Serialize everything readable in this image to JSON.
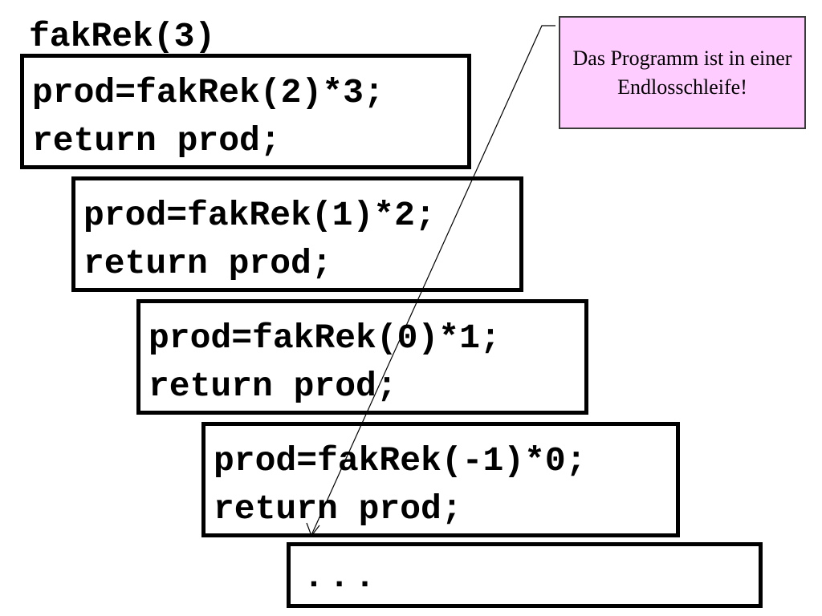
{
  "title": "fakRek(3)",
  "frames": [
    {
      "line1": "prod=fakRek(2)*3;",
      "line2": "return prod;"
    },
    {
      "line1": "prod=fakRek(1)*2;",
      "line2": "return prod;"
    },
    {
      "line1": "prod=fakRek(0)*1;",
      "line2": "return prod;"
    },
    {
      "line1": "prod=fakRek(-1)*0;",
      "line2": "return prod;"
    },
    {
      "line1": "..."
    }
  ],
  "note": {
    "text": "Das Programm ist in einer Endlosschleife!",
    "background": "#ffccff"
  }
}
